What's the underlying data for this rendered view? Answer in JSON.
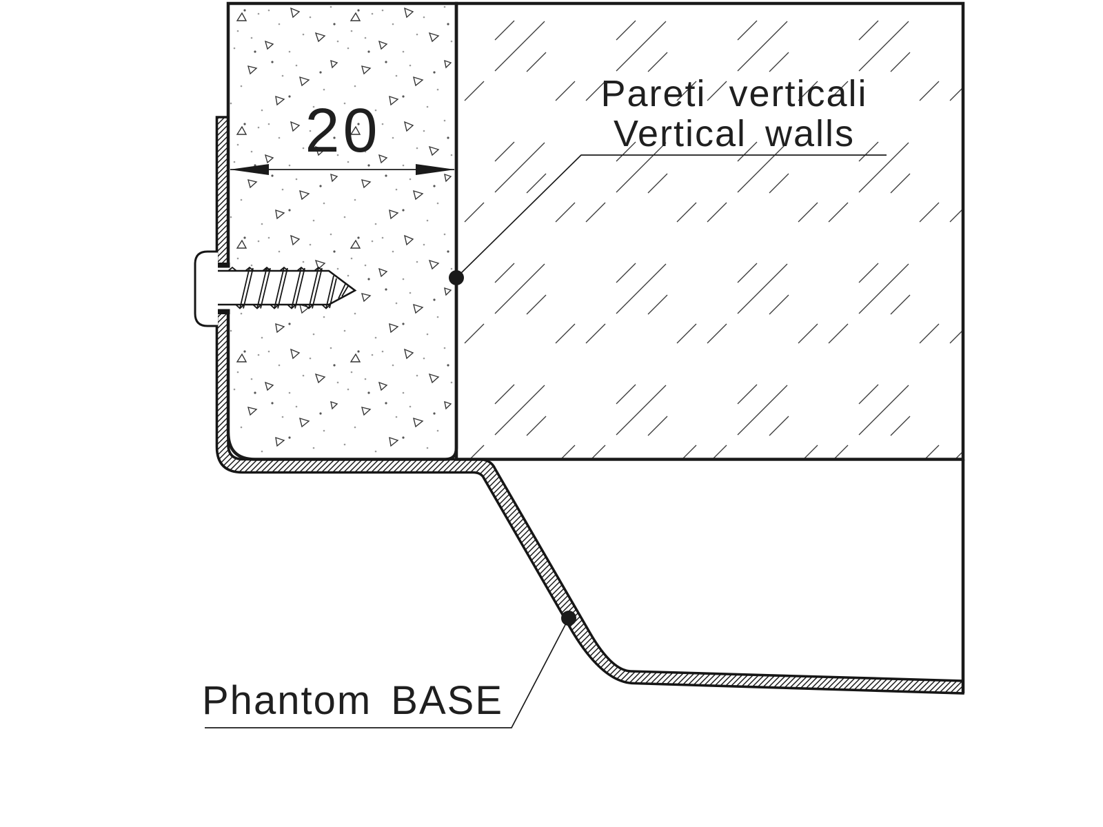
{
  "annotations": {
    "wall_label_line1": "Pareti verticali",
    "wall_label_line2": "Vertical walls",
    "base_label": "Phantom BASE"
  },
  "dimension": {
    "value": "20"
  },
  "colors": {
    "background": "#ffffff",
    "line": "#1a1a1a",
    "hatch": "#3a3a3a",
    "speckle_dot": "#9a9a9a"
  },
  "drawing_elements": {
    "countertop_section": "speckled-countertop-cross-section",
    "vertical_wall": "hatched-vertical-wall-region",
    "phantom_base": "thin-hatched-bowl-profile",
    "screw": "mounting-screw"
  }
}
